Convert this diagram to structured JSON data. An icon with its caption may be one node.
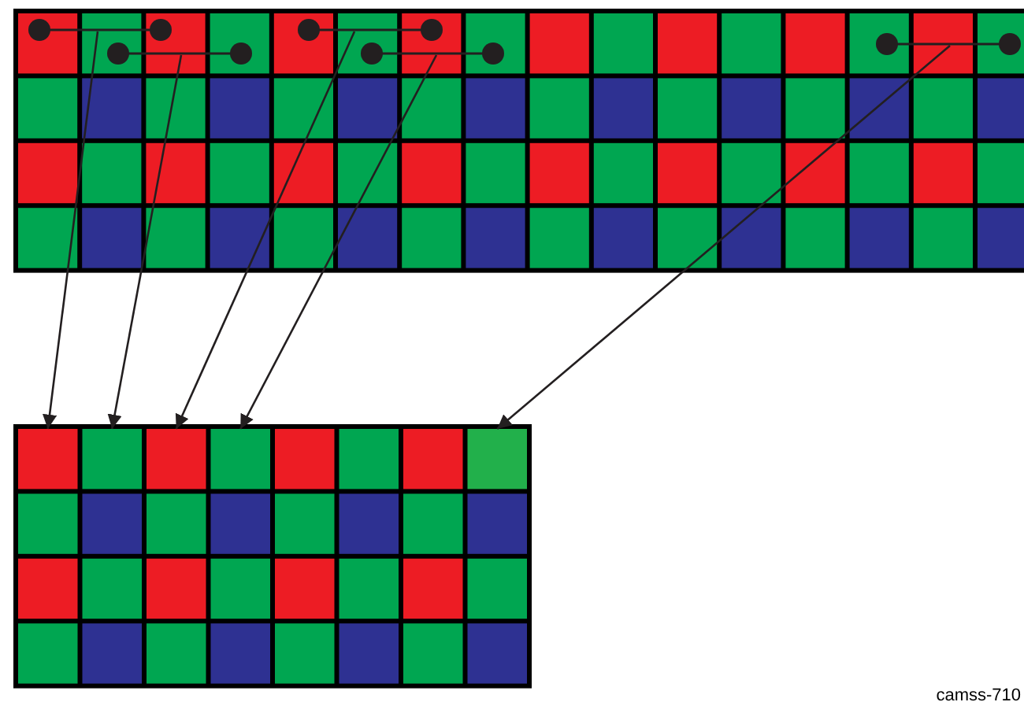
{
  "diagram": {
    "nodes": [
      {
        "text": [],
        "shape": "dumbbell"
      },
      {
        "text": [],
        "shape": "dumbbell"
      },
      {
        "text": [],
        "shape": "dumbbell"
      },
      {
        "text": [],
        "shape": "dumbbell"
      },
      {
        "text": [],
        "shape": "dumbbell"
      },
      {
        "text": [],
        "shape": "box"
      },
      {
        "text": [],
        "shape": "box"
      },
      {
        "text": [],
        "shape": "box"
      },
      {
        "text": [],
        "shape": "box"
      },
      {
        "text": [],
        "shape": "box"
      }
    ],
    "edges": [
      {
        "from": 0,
        "to": 5,
        "arrow": "to"
      },
      {
        "from": 1,
        "to": 6,
        "arrow": "to"
      },
      {
        "from": 2,
        "to": 7,
        "arrow": "to"
      },
      {
        "from": 3,
        "to": 8,
        "arrow": "to"
      },
      {
        "from": 4,
        "to": 9,
        "arrow": "to"
      }
    ],
    "labels": [
      "camss-710"
    ]
  }
}
